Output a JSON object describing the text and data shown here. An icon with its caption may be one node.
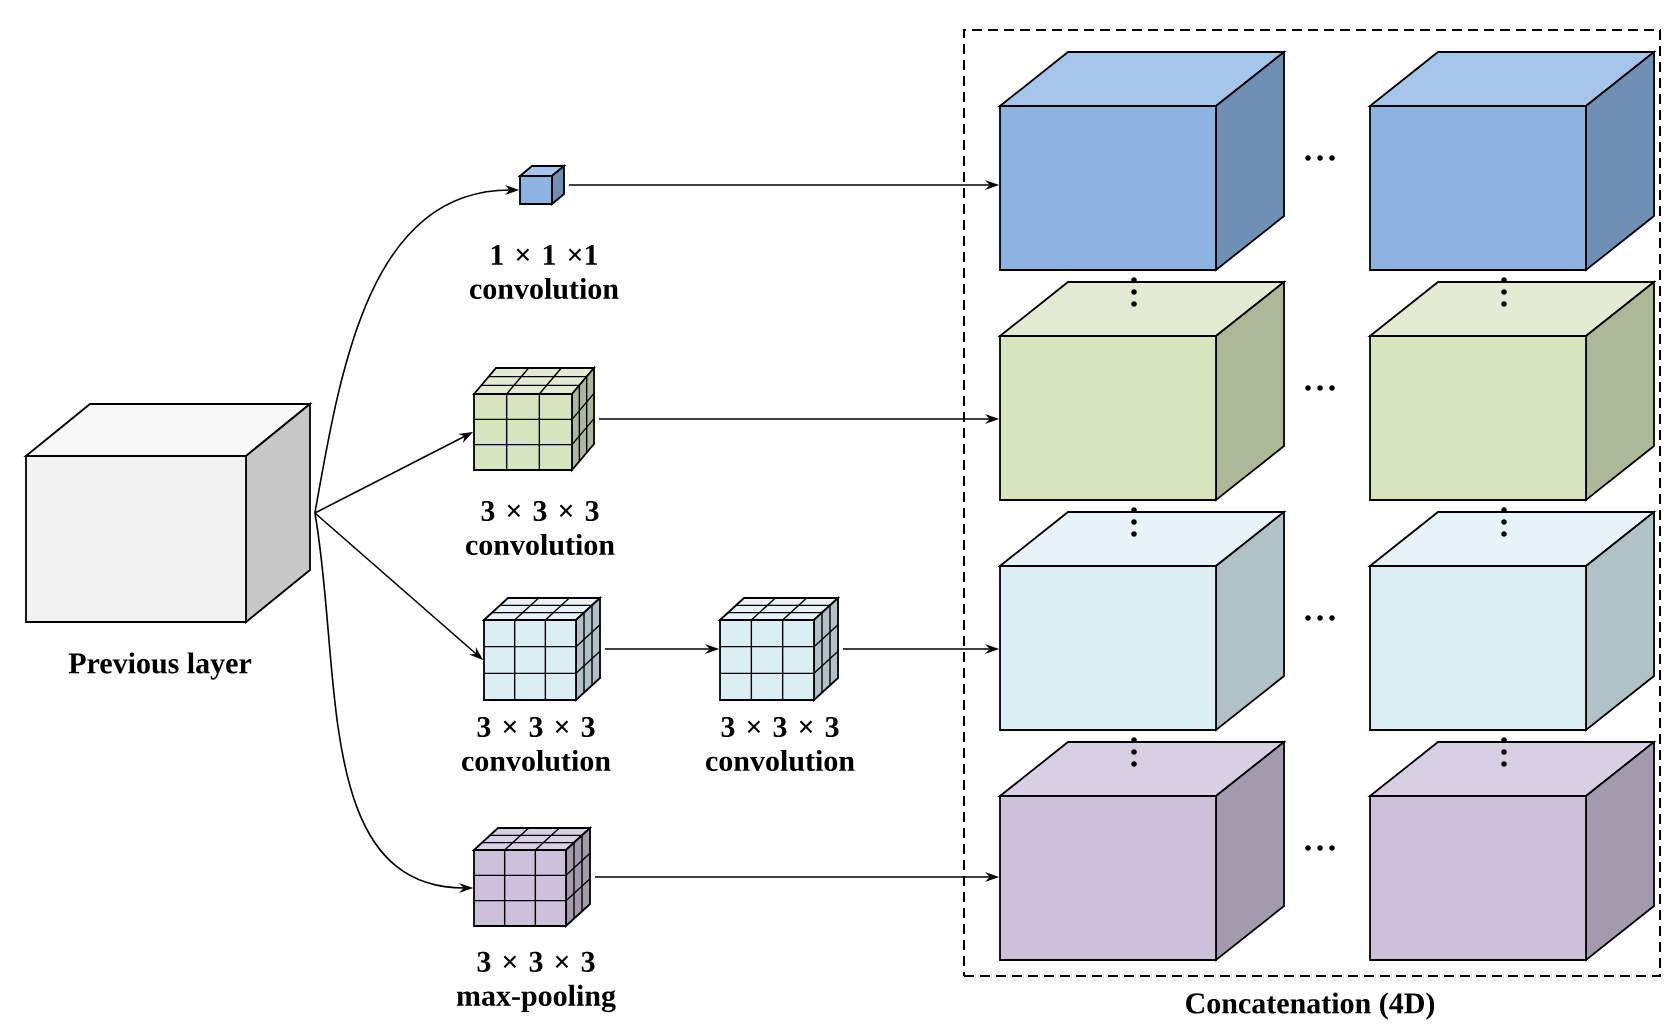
{
  "diagram": {
    "nodes": [
      {
        "text": [
          "Previous layer"
        ]
      },
      {
        "text": [
          "1 × 1 ×1 convolution"
        ]
      },
      {
        "text": [
          "3 × 3 × 3 convolution"
        ]
      },
      {
        "text": [
          "3 × 3 × 3 convolution"
        ]
      },
      {
        "text": [
          "3 × 3 × 3 convolution"
        ]
      },
      {
        "text": [
          "3 × 3 × 3 max-pooling"
        ]
      },
      {
        "text": [
          "Concatenation (4D)"
        ]
      },
      {
        "text": [],
        "shape": "box",
        "in": 6
      },
      {
        "text": [],
        "shape": "box",
        "in": 6
      },
      {
        "text": [],
        "shape": "box",
        "in": 6
      },
      {
        "text": [],
        "shape": "box",
        "in": 6
      },
      {
        "text": [],
        "shape": "box",
        "in": 6
      },
      {
        "text": [],
        "shape": "box",
        "in": 6
      },
      {
        "text": [],
        "shape": "box",
        "in": 6
      },
      {
        "text": [],
        "shape": "box",
        "in": 6
      }
    ],
    "edges": [
      {
        "from": 0,
        "to": 1,
        "arrow": "to"
      },
      {
        "from": 0,
        "to": 2,
        "arrow": "to"
      },
      {
        "from": 0,
        "to": 3,
        "arrow": "to"
      },
      {
        "from": 0,
        "to": 5,
        "arrow": "to"
      },
      {
        "from": 3,
        "to": 4,
        "arrow": "to"
      },
      {
        "from": 1,
        "to": 7,
        "arrow": "to"
      },
      {
        "from": 2,
        "to": 9,
        "arrow": "to"
      },
      {
        "from": 4,
        "to": 11,
        "arrow": "to"
      },
      {
        "from": 5,
        "to": 13,
        "arrow": "to"
      }
    ]
  }
}
